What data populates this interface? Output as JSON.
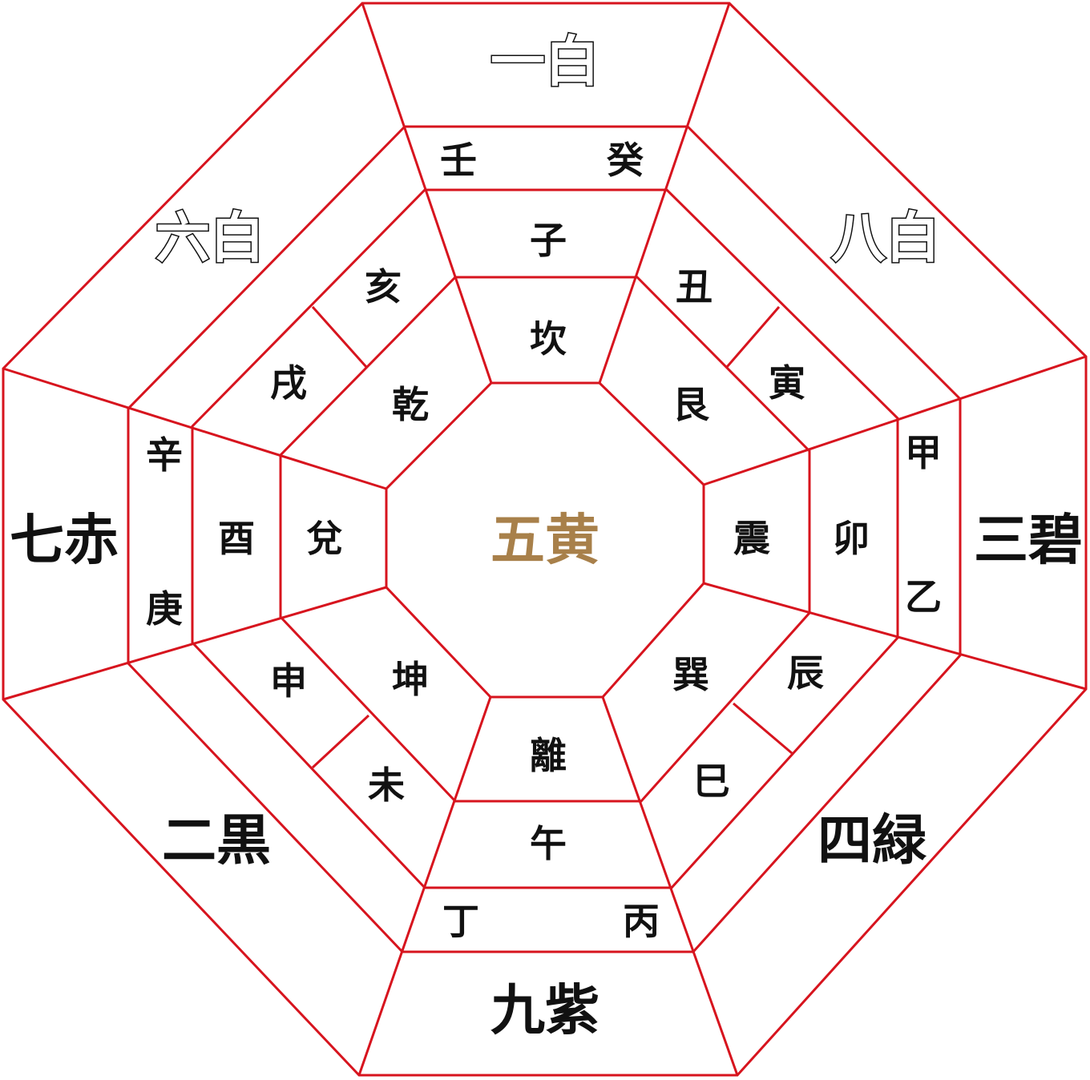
{
  "center": {
    "label": "五黄",
    "color": "#a8804a"
  },
  "stars": {
    "north": {
      "label": "一白",
      "style": "outline"
    },
    "northeast": {
      "label": "八白",
      "style": "outline"
    },
    "east": {
      "label": "三碧",
      "color": "#1b9ad8"
    },
    "southeast": {
      "label": "四緑",
      "color": "#1a7a3c"
    },
    "south": {
      "label": "九紫",
      "color": "#8a1b8a"
    },
    "southwest": {
      "label": "二黒",
      "color": "#111111"
    },
    "west": {
      "label": "七赤",
      "color": "#e01020"
    },
    "northwest": {
      "label": "六白",
      "style": "outline"
    }
  },
  "trigrams": {
    "north": "坎",
    "northeast": "艮",
    "east": "震",
    "southeast": "巽",
    "south": "離",
    "southwest": "坤",
    "west": "兌",
    "northwest": "乾"
  },
  "branches": {
    "zi": "子",
    "chou": "丑",
    "yin": "寅",
    "mao": "卯",
    "chen": "辰",
    "si": "巳",
    "wu": "午",
    "wei": "未",
    "shen": "申",
    "you": "酉",
    "xu": "戌",
    "hai": "亥"
  },
  "stems": {
    "ren": "壬",
    "gui": "癸",
    "jia": "甲",
    "yi": "乙",
    "bing": "丙",
    "ding": "丁",
    "geng": "庚",
    "xin": "辛"
  },
  "line_color": "#d7141e"
}
